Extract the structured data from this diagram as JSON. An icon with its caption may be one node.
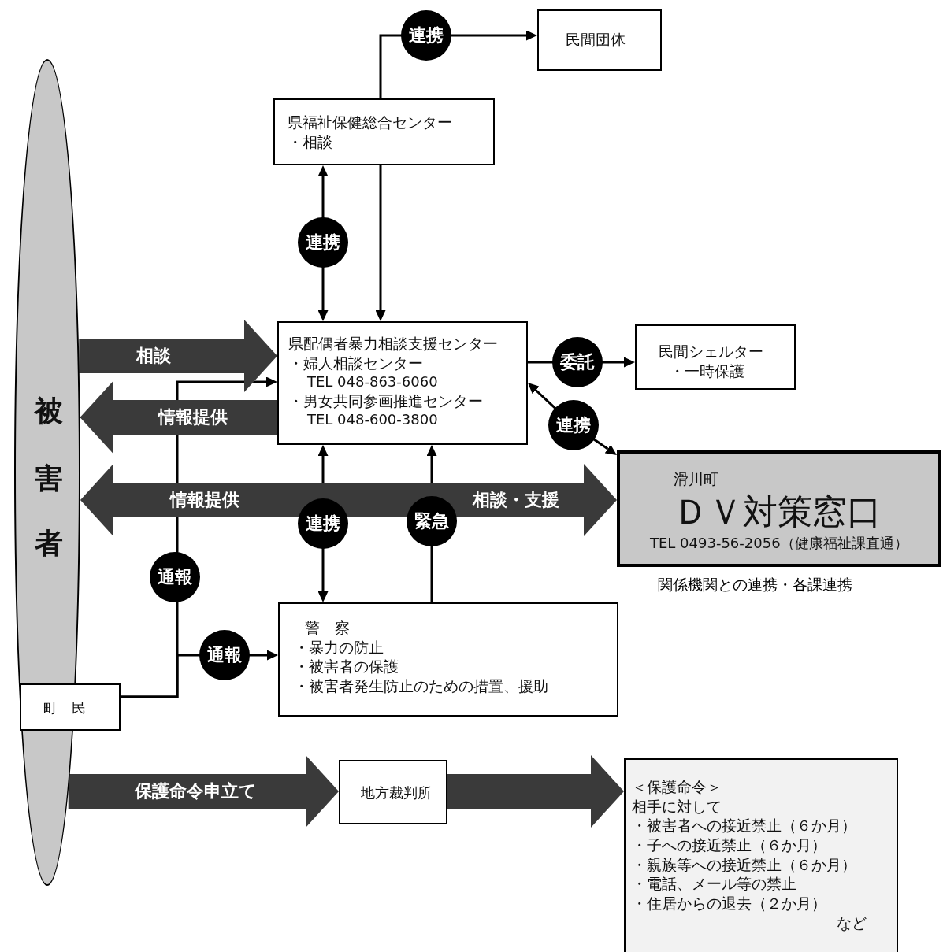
{
  "diagram": {
    "nodes": [
      {
        "text": [
          "被害者"
        ]
      },
      {
        "text": [
          "民間団体"
        ]
      },
      {
        "text": [
          "県福祉保健総合センター",
          "・相談"
        ]
      },
      {
        "text": [
          "県配偶者暴力相談支援センター",
          "・婦人相談センター",
          "TEL 048-863-6060",
          "・男女共同参画推進センター",
          "TEL 048-600-3800"
        ]
      },
      {
        "text": [
          "民間シェルター",
          "・一時保護"
        ]
      },
      {
        "text": [
          "滑川町",
          "ＤＶ対策窓口",
          "TEL 0493-56-2056（健康福祉課直通）"
        ],
        "beside": [
          "関係機関との連携・各課連携"
        ]
      },
      {
        "text": [
          "警　察",
          "・暴力の防止",
          "・被害者の保護",
          "・被害者発生防止のための措置、援助"
        ]
      },
      {
        "text": [
          "町　民"
        ]
      },
      {
        "text": [
          "地方裁判所"
        ]
      },
      {
        "text": [
          "＜保護命令＞",
          "相手に対して",
          "・被害者への接近禁止（６か月）",
          "・子への接近禁止（６か月）",
          "・親族等への接近禁止（６か月）",
          "・電話、メール等の禁止",
          "・住居からの退去（２か月）",
          "など"
        ]
      }
    ],
    "edges": [
      {
        "from": 2,
        "to": 1,
        "arrow": "to",
        "label": "連携"
      },
      {
        "from": 3,
        "to": 2,
        "arrow": "both",
        "label": "連携"
      },
      {
        "from": 2,
        "to": 3,
        "arrow": "to"
      },
      {
        "from": 0,
        "to": 3,
        "arrow": "to",
        "label": "相談",
        "style": "thick",
        "color": "#3a3a3a"
      },
      {
        "from": 3,
        "to": 0,
        "arrow": "to",
        "label": "情報提供",
        "style": "thick",
        "color": "#3a3a3a"
      },
      {
        "from": 0,
        "to": 5,
        "arrow": "both",
        "label": "情報提供",
        "style": "thick",
        "color": "#3a3a3a"
      },
      {
        "from": 3,
        "to": 6,
        "arrow": "both",
        "label": "連携"
      },
      {
        "from": 6,
        "to": 3,
        "arrow": "to",
        "label": "緊急"
      },
      {
        "from": 3,
        "to": 4,
        "arrow": "to",
        "label": "委託"
      },
      {
        "from": 3,
        "to": 5,
        "arrow": "both",
        "label": "連携"
      },
      {
        "from": 7,
        "to": 3,
        "arrow": "to",
        "label": "通報"
      },
      {
        "from": 7,
        "to": 6,
        "arrow": "to",
        "label": "通報"
      },
      {
        "from": 0,
        "to": 8,
        "arrow": "to",
        "label": "保護命令申立て",
        "style": "thick",
        "color": "#3a3a3a"
      },
      {
        "from": 8,
        "to": 9,
        "arrow": "to",
        "style": "thick",
        "color": "#3a3a3a"
      }
    ],
    "labels": [
      "相談・支援"
    ]
  }
}
